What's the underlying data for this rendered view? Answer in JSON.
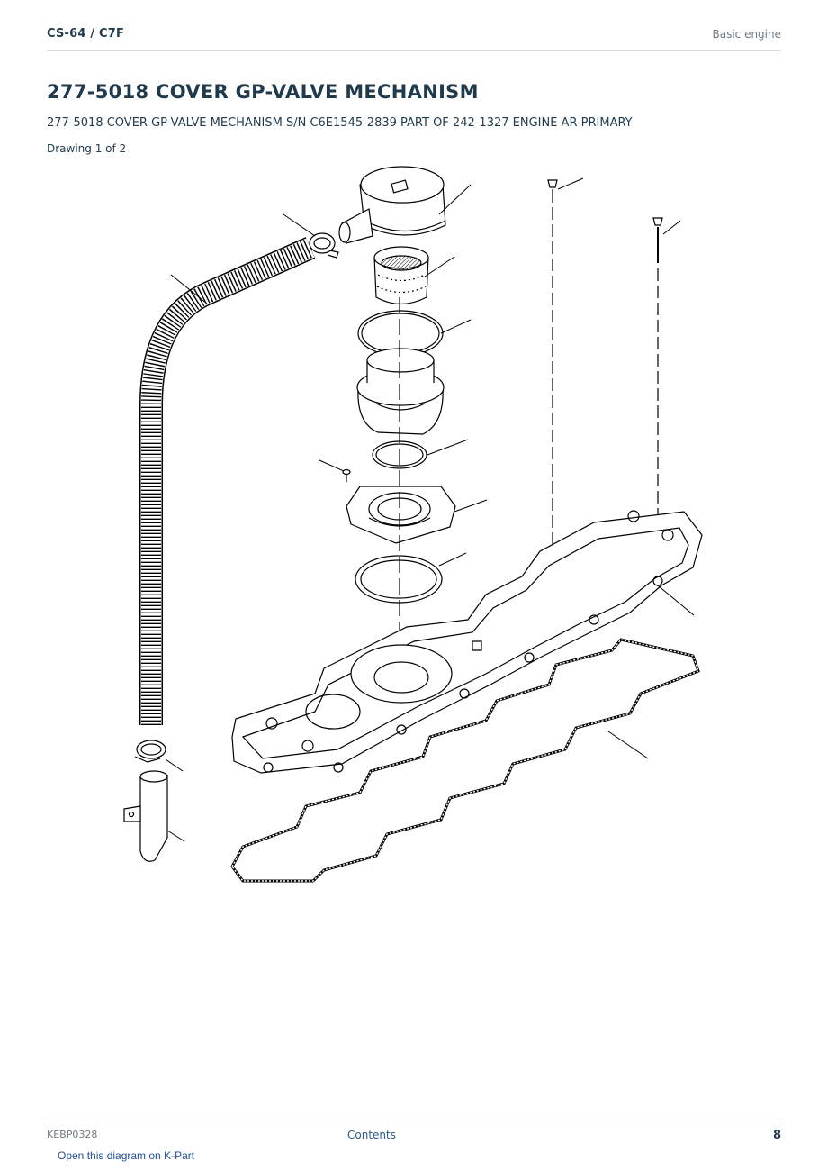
{
  "header": {
    "doc_ref": "CS-64  /  C7F",
    "section": "Basic engine"
  },
  "title": "277-5018 COVER GP-VALVE MECHANISM",
  "subtitle": "277-5018 COVER GP-VALVE MECHANISM S/N C6E1545-2839 PART OF 242-1327 ENGINE AR-PRIMARY",
  "drawing_label": "Drawing 1 of 2",
  "footer": {
    "code": "KEBP0328",
    "contents_link": "Contents",
    "page_number": "8"
  },
  "kpart_link": "Open this diagram on K-Part"
}
